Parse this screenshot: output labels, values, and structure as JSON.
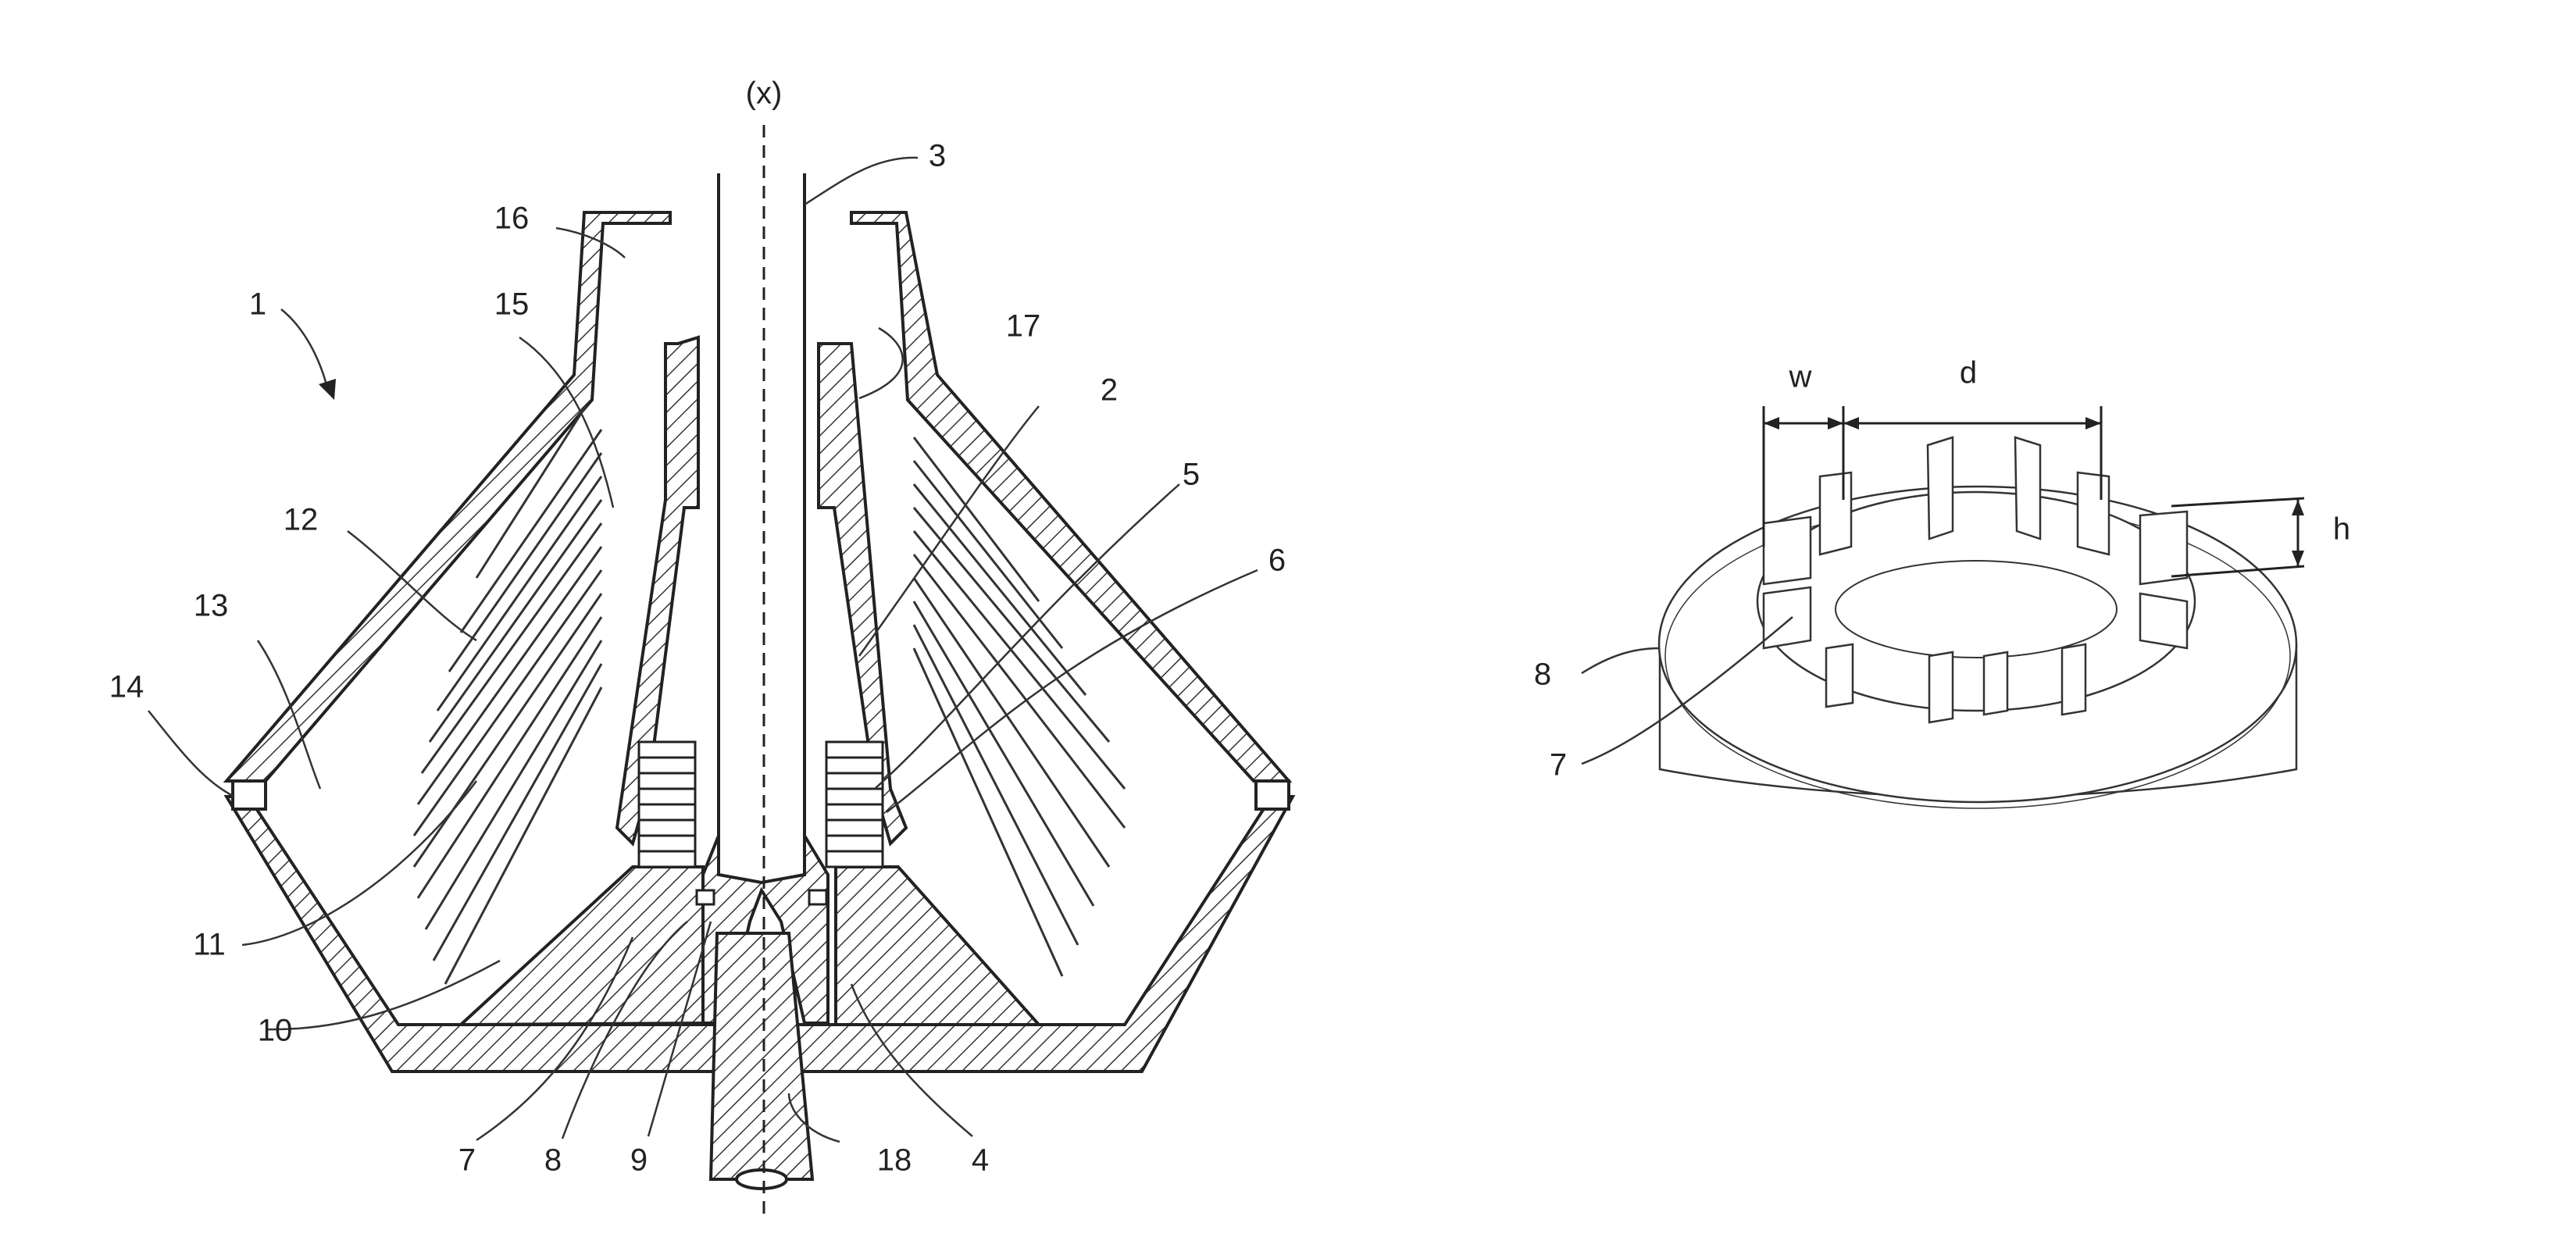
{
  "figure": {
    "axis_label": "(x)",
    "left_refs": {
      "r1": "1",
      "r2": "2",
      "r3": "3",
      "r4": "4",
      "r5": "5",
      "r6": "6",
      "r7": "7",
      "r8": "8",
      "r9": "9",
      "r10": "10",
      "r11": "11",
      "r12": "12",
      "r13": "13",
      "r14": "14",
      "r15": "15",
      "r16": "16",
      "r17": "17",
      "r18": "18"
    },
    "right_refs": {
      "r7": "7",
      "r8": "8"
    },
    "dims": {
      "w": "w",
      "d": "d",
      "h": "h"
    }
  },
  "colors": {
    "ink": "#222222",
    "hatch": "#333333",
    "background": "#ffffff"
  }
}
